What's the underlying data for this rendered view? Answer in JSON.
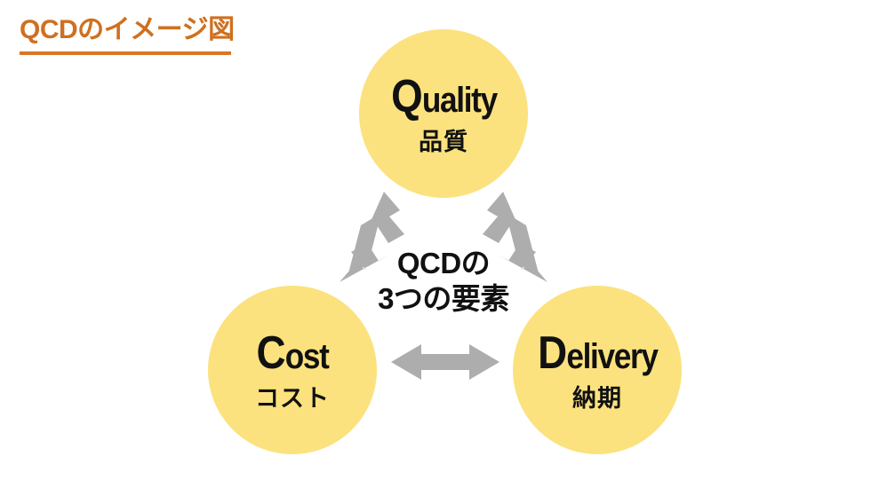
{
  "page": {
    "background_color": "#ffffff",
    "title": "QCDのイメージ図",
    "title_color": "#cf7020",
    "underline_color": "#d9762a"
  },
  "diagram": {
    "type": "triangle-relationship",
    "center_label_lines": [
      "QCDの",
      "3つの要素"
    ],
    "circle_color": "#fbe27e",
    "text_color": "#111111",
    "arrow_color": "#adadad",
    "nodes": [
      {
        "id": "quality",
        "position": "top",
        "initial": "Q",
        "label_rest": "uality",
        "label_en": "Quality",
        "label_jp": "品質"
      },
      {
        "id": "cost",
        "position": "bottom-left",
        "initial": "C",
        "label_rest": "ost",
        "label_en": "Cost",
        "label_jp": "コスト"
      },
      {
        "id": "delivery",
        "position": "bottom-right",
        "initial": "D",
        "label_rest": "elivery",
        "label_en": "Delivery",
        "label_jp": "納期"
      }
    ],
    "arrows": [
      {
        "id": "quality-cost",
        "from": "cost",
        "to": "quality",
        "double_headed": true
      },
      {
        "id": "quality-delivery",
        "from": "quality",
        "to": "delivery",
        "double_headed": true
      },
      {
        "id": "cost-delivery",
        "from": "cost",
        "to": "delivery",
        "double_headed": true
      }
    ]
  }
}
